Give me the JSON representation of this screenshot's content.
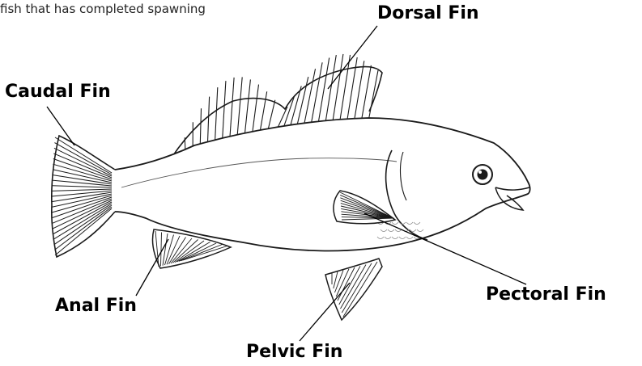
{
  "caption": "fish that has completed spawning",
  "labels": {
    "dorsal": "Dorsal Fin",
    "caudal": "Caudal Fin",
    "anal": "Anal Fin",
    "pectoral": "Pectoral Fin",
    "pelvic": "Pelvic Fin"
  },
  "colors": {
    "ink": "#1a1a1a",
    "background": "#ffffff"
  }
}
